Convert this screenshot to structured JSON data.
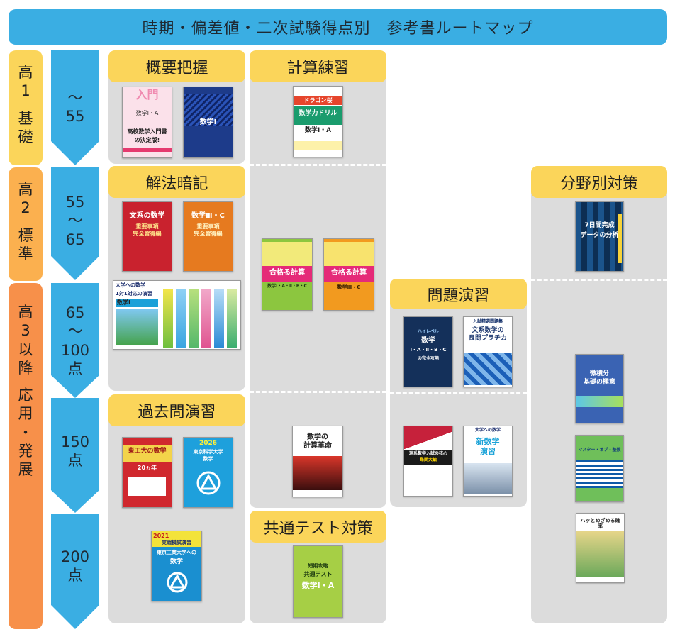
{
  "page_title": "時期・偏差値・二次試験得点別　参考書ルートマップ",
  "levels": [
    {
      "lines": [
        "高",
        "1",
        "基",
        "礎"
      ],
      "color": "#fbd55a"
    },
    {
      "lines": [
        "高",
        "2",
        "標",
        "準"
      ],
      "color": "#fbb04f"
    },
    {
      "lines": [
        "高",
        "3",
        "以",
        "降",
        "応",
        "用",
        "・",
        "発",
        "展"
      ],
      "color": "#f7904a"
    }
  ],
  "score_arrows": [
    {
      "lines": [
        "〜",
        "55"
      ]
    },
    {
      "lines": [
        "55",
        "〜",
        "65"
      ]
    },
    {
      "lines": [
        "65",
        "〜",
        "100",
        "点"
      ]
    },
    {
      "lines": [
        "150",
        "点"
      ]
    },
    {
      "lines": [
        "200",
        "点"
      ]
    }
  ],
  "headers": {
    "overview": "概要把握",
    "calc": "計算練習",
    "methods": "解法暗記",
    "field": "分野別対策",
    "problems": "問題演習",
    "past_exams": "過去問演習",
    "common_test": "共通テスト対策"
  },
  "books": {
    "b1": {
      "lines": [
        "入門",
        "数学Ⅰ・A",
        "高校数学入門書",
        "の決定版!"
      ]
    },
    "b2": {
      "lines": [
        "数学Ⅰ"
      ]
    },
    "b3": {
      "lines": [
        "ドラゴン桜",
        "数学力ドリル",
        "数学Ⅰ・A"
      ]
    },
    "b4": {
      "lines": [
        "文系の数学",
        "重要事項",
        "完全習得編"
      ]
    },
    "b5": {
      "lines": [
        "数学Ⅲ・C",
        "重要事項",
        "完全習得編"
      ]
    },
    "b6": {
      "lines": [
        "大学への数学",
        "1対1対応の演習",
        "数学Ⅰ"
      ]
    },
    "b7": {
      "lines": [
        "合格る計算",
        "数学Ⅰ・A・Ⅱ・B・C"
      ]
    },
    "b8": {
      "lines": [
        "合格る計算",
        "数学Ⅲ・C"
      ]
    },
    "b9": {
      "lines": [
        "7日間完成",
        "データの分析"
      ]
    },
    "b10": {
      "lines": [
        "ハイレベル",
        "数学",
        "Ⅰ・A・Ⅱ・B・C",
        "の完全攻略"
      ]
    },
    "b11": {
      "lines": [
        "入試精選問題集",
        "文系数学の",
        "良問プラチカ"
      ]
    },
    "b12": {
      "lines": [
        "微積分",
        "基礎の極意"
      ]
    },
    "b13": {
      "lines": [
        "マスター・オブ・整数"
      ]
    },
    "b14": {
      "lines": [
        "数学の",
        "計算革命"
      ]
    },
    "b15": {
      "lines": [
        "理系数学入試の核心",
        "難関大編"
      ]
    },
    "b16": {
      "lines": [
        "大学への数学",
        "新数学",
        "演習"
      ]
    },
    "b17": {
      "lines": [
        "東工大の数学",
        "20ヵ年"
      ]
    },
    "b18": {
      "lines": [
        "2026",
        "東京科学大学",
        "数学"
      ]
    },
    "b19": {
      "lines": [
        "ハッとめざめる確率"
      ]
    },
    "b20": {
      "lines": [
        "2021",
        "実戦模試演習",
        "東京工業大学への",
        "数学"
      ]
    },
    "b21": {
      "lines": [
        "短期攻略",
        "共通テスト",
        "数学Ⅰ・A"
      ]
    }
  }
}
